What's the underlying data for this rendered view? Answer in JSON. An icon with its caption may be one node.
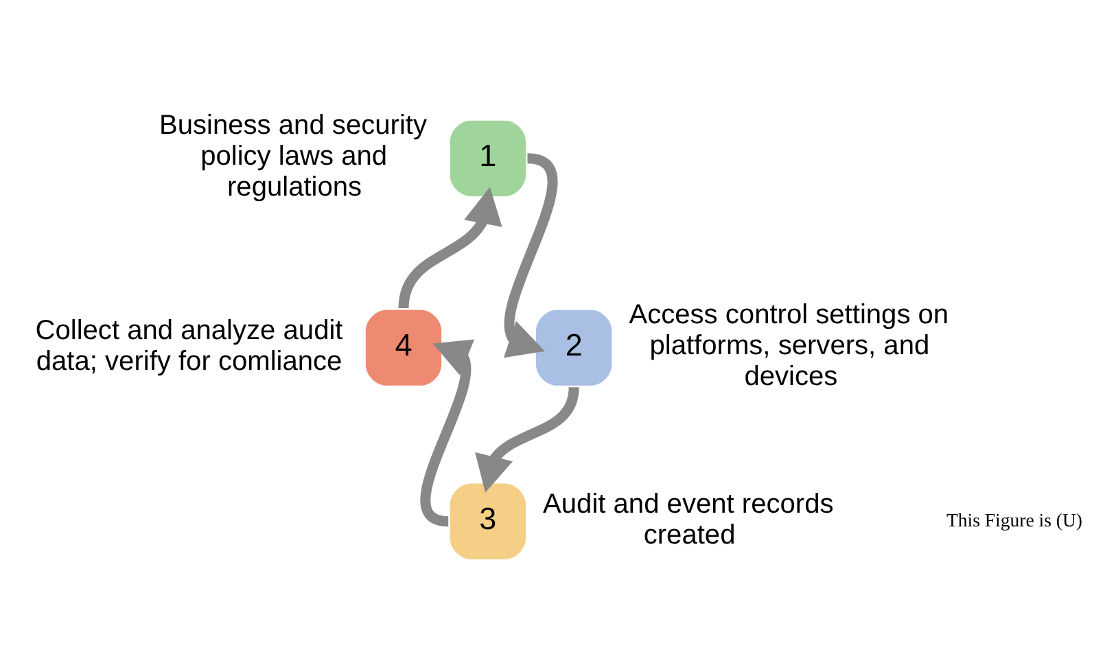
{
  "diagram": {
    "nodes": [
      {
        "text": [
          "1"
        ],
        "beside": [
          "Business and security policy laws and regulations"
        ]
      },
      {
        "text": [
          "2"
        ],
        "beside": [
          "Access control settings on platforms, servers, and devices"
        ]
      },
      {
        "text": [
          "3"
        ],
        "beside": [
          "Audit and event records created"
        ]
      },
      {
        "text": [
          "4"
        ],
        "beside": [
          "Collect and analyze audit data; verify for comliance"
        ]
      }
    ],
    "edges": [
      {
        "from": 0,
        "to": 1,
        "arrow": "to"
      },
      {
        "from": 1,
        "to": 2,
        "arrow": "to"
      },
      {
        "from": 2,
        "to": 3,
        "arrow": "to"
      },
      {
        "from": 3,
        "to": 0,
        "arrow": "to"
      }
    ],
    "labels": [
      "This Figure is (U)"
    ]
  }
}
